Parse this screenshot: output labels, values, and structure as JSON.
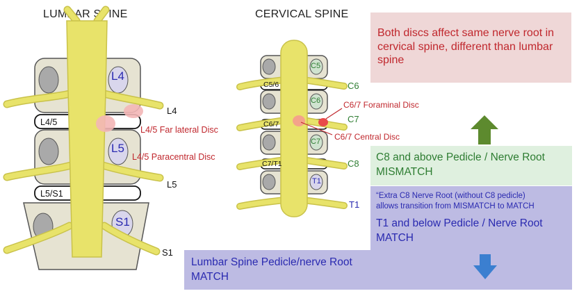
{
  "titles": {
    "lumbar": "LUMBAR SPINE",
    "cervical": "CERVICAL SPINE"
  },
  "lumbar": {
    "vertebrae": [
      "L4",
      "L5",
      "S1"
    ],
    "discs": [
      "L4/5",
      "L5/S1"
    ],
    "nerve_roots": [
      "L4",
      "L5",
      "S1"
    ],
    "annotations": {
      "far_lateral": "L4/5 Far lateral Disc",
      "paracentral": "L4/5 Paracentral Disc"
    }
  },
  "cervical": {
    "vertebrae": [
      "C5",
      "C6",
      "C7",
      "T1"
    ],
    "discs": [
      "C5/6",
      "C6/7",
      "C7/T1"
    ],
    "nerve_roots": [
      "C6",
      "C7",
      "C8",
      "T1"
    ],
    "annotations": {
      "foraminal": "C6/7 Foraminal Disc",
      "central": "C6/7 Central Disc"
    }
  },
  "info_boxes": {
    "cervical_note": "Both discs affect same nerve root in cervical spine, different than lumbar spine",
    "mismatch_line1": "C8 and above Pedicle / Nerve Root",
    "mismatch_line2": "MISMATCH",
    "transition_line1": "“Extra C8 Nerve Root (without C8 pedicle)",
    "transition_line2": "allows transition from MISMATCH to MATCH",
    "match_line1": "T1 and below Pedicle / Nerve Root",
    "match_line2": "MATCH",
    "lumbar_line1": "Lumbar Spine Pedicle/nerve Root",
    "lumbar_line2": "MATCH"
  },
  "colors": {
    "nerve_yellow": "#e8e36a",
    "nerve_outline": "#c9c24a",
    "bone": "#e6e3d2",
    "pedicle": "#a9a9a9",
    "pink_box": "#efd7d7",
    "green_box": "#dff0df",
    "purple_box": "#bdbbe3",
    "red_text": "#c0272d",
    "green_text": "#2e7d32",
    "blue_text": "#2a2ab0",
    "arrow_green": "#5d8a2e",
    "arrow_blue": "#3b7fd0"
  }
}
